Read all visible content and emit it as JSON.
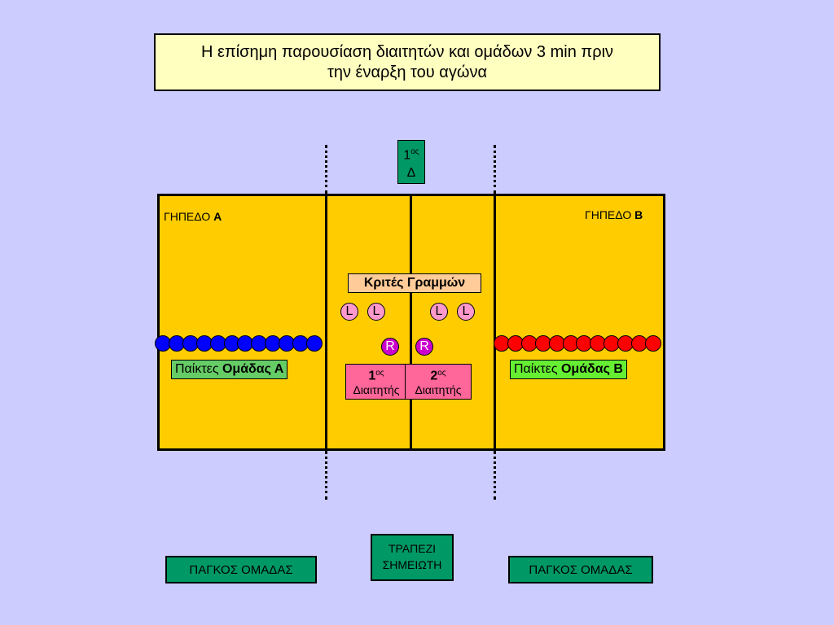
{
  "title": {
    "line1": "Η επίσημη παρουσίαση διαιτητών και ομάδων 3 min πριν",
    "line2": "την έναρξη του αγώνα"
  },
  "first_ref_top": {
    "num": "1",
    "sup": "ος",
    "letter": "Δ"
  },
  "court_a": {
    "prefix": "ΓΗΠΕΔΟ ",
    "letter": "Α"
  },
  "court_b": {
    "prefix": "ΓΗΠΕΔΟ ",
    "letter": "Β"
  },
  "line_judges_label": "Κριτές Γραμμών",
  "line_judge_letter": "L",
  "ref_letter": "R",
  "team_a": {
    "prefix": "Παίκτες ",
    "name": "Ομάδας Α",
    "dot_color": "#0000ff",
    "count": 12
  },
  "team_b": {
    "prefix": "Παίκτες ",
    "name": "Ομάδας Β",
    "dot_color": "#ff0000",
    "count": 12
  },
  "referee_1": {
    "num": "1",
    "sup": "ος",
    "label": "Διαιτητής"
  },
  "referee_2": {
    "num": "2",
    "sup": "ος",
    "label": "Διαιτητής"
  },
  "scorer_table": {
    "line1": "ΤΡΑΠΕΖΙ",
    "line2": "ΣΗΜΕΙΩΤΗ"
  },
  "bench_left": "ΠΑΓΚΟΣ ΟΜΑΔΑΣ",
  "bench_right": "ΠΑΓΚΟΣ ΟΜΑΔΑΣ",
  "colors": {
    "background": "#ccccff",
    "court": "#ffcc00",
    "title_box": "#ffffc0",
    "teal": "#009966",
    "referee_box": "#ff6699",
    "line_judge": "#ff99cc",
    "ref_circle": "#cc00cc",
    "team_a_label": "#66cc66",
    "team_b_label": "#66ee33",
    "line_judges_label": "#ffcc99"
  }
}
